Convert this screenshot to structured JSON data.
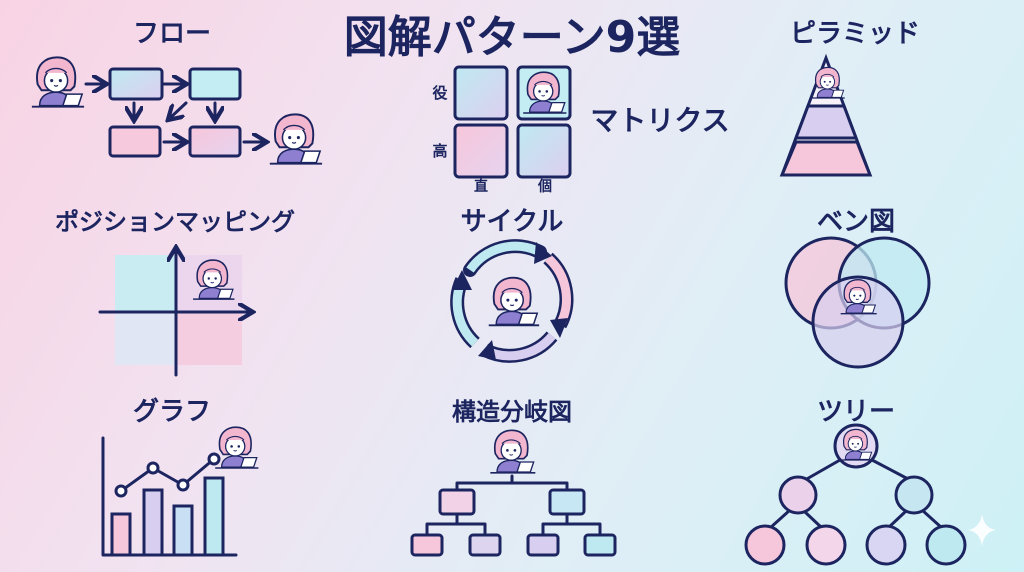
{
  "title": "図解パターン9選",
  "patterns": {
    "flow": "フロー",
    "matrix": "マトリクス",
    "pyramid": "ピラミッド",
    "position_mapping": "ポジションマッピング",
    "cycle": "サイクル",
    "venn": "ベン図",
    "graph": "グラフ",
    "branch": "構造分岐図",
    "tree": "ツリー"
  },
  "matrix_labels": {
    "row1": "役",
    "row2": "高",
    "col1": "直",
    "col2": "個"
  },
  "colors": {
    "navy": "#1c2560",
    "pink": "#f6c6da",
    "cyan": "#bfe9f1",
    "lavender": "#d8cff0"
  }
}
